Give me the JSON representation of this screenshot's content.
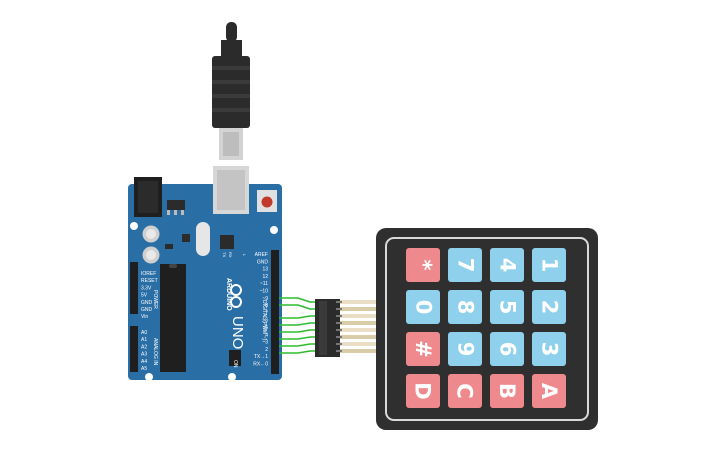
{
  "board": {
    "brand": "ARDUINO",
    "model": "UNO",
    "digital_header_label": "DIGITAL (PWM ~)",
    "power_label": "POWER",
    "analog_label": "ANALOG IN",
    "on_label": "ON",
    "tx_label": "TX",
    "rx_label": "RX",
    "l_label": "L",
    "top_pins": [
      "AREF",
      "GND",
      "13",
      "12",
      "~11",
      "~10",
      "~9",
      "8",
      "7",
      "~6",
      "~5",
      "4",
      "~3",
      "2",
      "TX→1",
      "RX←0"
    ],
    "power_pins": [
      "IOREF",
      "RESET",
      "3.3V",
      "5V",
      "GND",
      "GND",
      "Vin"
    ],
    "analog_pins": [
      "A0",
      "A1",
      "A2",
      "A3",
      "A4",
      "A5"
    ]
  },
  "keypad": {
    "rows": [
      [
        {
          "label": "*",
          "color": "red"
        },
        {
          "label": "7",
          "color": "blue"
        },
        {
          "label": "4",
          "color": "blue"
        },
        {
          "label": "1",
          "color": "blue"
        }
      ],
      [
        {
          "label": "0",
          "color": "blue"
        },
        {
          "label": "8",
          "color": "blue"
        },
        {
          "label": "5",
          "color": "blue"
        },
        {
          "label": "2",
          "color": "blue"
        }
      ],
      [
        {
          "label": "#",
          "color": "red"
        },
        {
          "label": "9",
          "color": "blue"
        },
        {
          "label": "6",
          "color": "blue"
        },
        {
          "label": "3",
          "color": "blue"
        }
      ],
      [
        {
          "label": "D",
          "color": "red"
        },
        {
          "label": "C",
          "color": "red"
        },
        {
          "label": "B",
          "color": "red"
        },
        {
          "label": "A",
          "color": "red"
        }
      ]
    ]
  },
  "colors": {
    "board": "#2a6ea6",
    "wire": "#2bbd2b",
    "key_blue": "#8fd0ec",
    "key_red": "#ee8a8e",
    "keypad_body": "#2f2f2f"
  }
}
